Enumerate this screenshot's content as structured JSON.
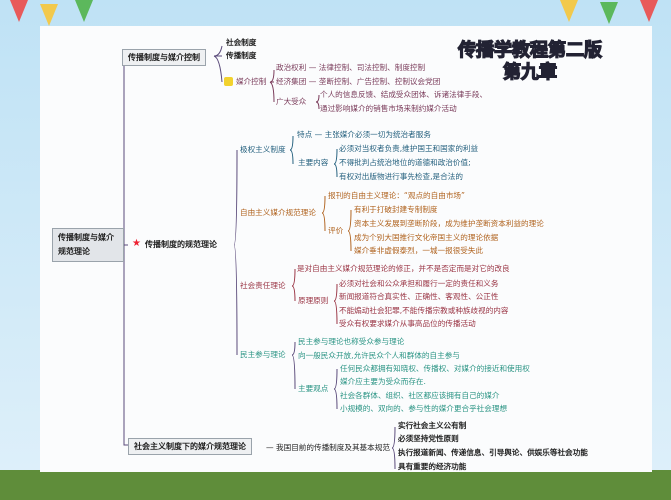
{
  "title": {
    "line1": "传播学教程第二版",
    "line2": "第九章"
  },
  "root": "传播制度与媒介规范理论",
  "b1": {
    "label": "传播制度与媒介控制",
    "items": [
      "社会制度",
      "传播制度",
      "媒介控制"
    ],
    "political": "政治权利 — 法律控制、司法控制、制度控制",
    "economic": "经济集团 — 垄断控制、广告控制、控制议会党团",
    "audience": "广大受众",
    "audience_items": [
      "个人的信息反馈、结成受众团体、诉诸法律手段、",
      "通过影响媒介的销售市场来制约媒介活动"
    ]
  },
  "b2": {
    "label": "传播制度的规范理论",
    "authoritarian": {
      "label": "极权主义制度",
      "feature": "特点 — 主张媒介必须一切为统治者服务",
      "content_label": "主要内容",
      "contents": [
        "必须对当权者负责,维护国王和国家的利益",
        "不得批判占统治地位的道德和政治价值;",
        "有权对出版物进行事先检查,是合法的"
      ]
    },
    "liberal": {
      "label": "自由主义媒介规范理论",
      "theory": "报刊的自由主义理论：“观点的自由市场”",
      "eval_label": "评价",
      "evals": [
        "有利于打破封建专制制度",
        "资本主义发展到垄断阶段，成为维护垄断资本利益的理论",
        "成为个别大国推行文化帝国主义的理论依据",
        "媒介垂非虚假泰烈，一城一报很受失此"
      ]
    },
    "social": {
      "label": "社会责任理论",
      "desc": "是对自由主义媒介规范理论的修正，并不是否定而是对它的改良",
      "principle_label": "原理原则",
      "principles": [
        "必须对社会和公众承担和履行一定的责任和义务",
        "新闻报道符合真实性、正确性、客观性、公正性",
        "不能煽动社会犯罪,不能传播宗教或种族歧视的内容",
        "受众有权要求媒介从事高品位的传播活动"
      ]
    },
    "democratic": {
      "label": "民主参与理论",
      "alias": "民主参与理论也称受众参与理论",
      "open": "向一般民众开放,允许民众个人和群体的自主参与",
      "view_label": "主要观点",
      "views": [
        "任何民众都拥有知晓权、传播权、对媒介的接近和使用权",
        "媒介应主要为受众而存在.",
        "社会各群体、组织、社区都应该拥有自己的媒介",
        "小规模的、双向的、参与性的媒介更合乎社会理想"
      ]
    }
  },
  "b3": {
    "label": "社会主义制度下的媒介规范理论",
    "sub": "— 我国目前的传播制度及其基本规范",
    "items": [
      "实行社会主义公有制",
      "必须坚持党性原则",
      "执行报道新闻、传递信息、引导舆论、供娱乐等社会功能",
      "具有重要的经济功能"
    ]
  }
}
